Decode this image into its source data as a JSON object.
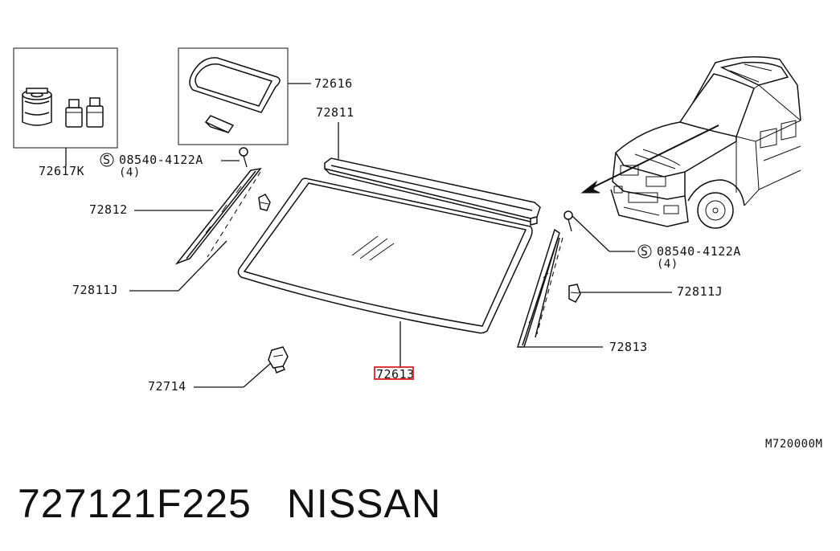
{
  "callouts": {
    "grommet_kit": "72617K",
    "molding_kit": "72616",
    "upper_molding": "72811",
    "bolt_left_part": "08540-4122A",
    "bolt_left_qty": "(4)",
    "left_side_molding": "72812",
    "left_clip": "72811J",
    "bolt_right_part": "08540-4122A",
    "bolt_right_qty": "(4)",
    "right_clip": "72811J",
    "right_side_molding": "72813",
    "spacer": "72714",
    "windshield_glass": "72613",
    "screw_symbol": "S"
  },
  "diagram_code": "M720000M",
  "part_number": "727121F225",
  "brand": "NISSAN",
  "colors": {
    "line": "#111111",
    "highlight": "#e02020",
    "background": "#ffffff"
  }
}
